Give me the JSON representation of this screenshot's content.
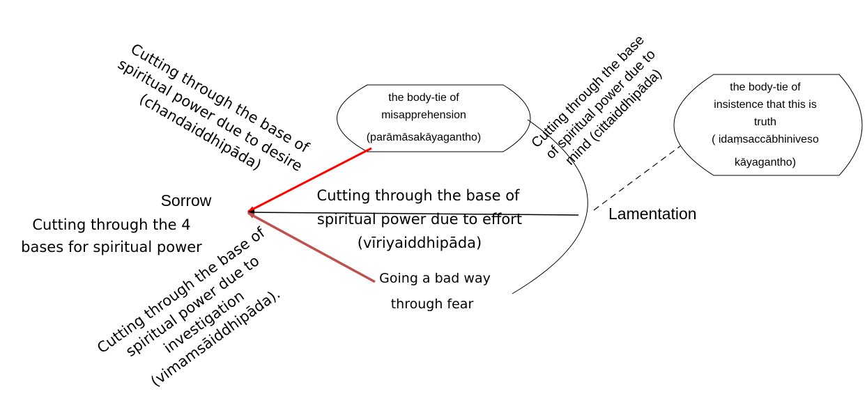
{
  "nodes": {
    "sorrow": "Sorrow",
    "lamentation": "Lamentation",
    "center_caption": [
      "Cutting through the 4",
      "bases for  spiritual power"
    ],
    "tie_misapprehension": [
      "the body-tie of",
      "misapprehension",
      "(parāmāsakāyagantho)"
    ],
    "tie_insistence": [
      "the body-tie of",
      "insistence that this is",
      "truth",
      "( idaṃsaccābhiniveso",
      "kāyagantho)"
    ],
    "bad_way": [
      "Going a bad way",
      "through fear"
    ]
  },
  "labels": {
    "desire": [
      "Cutting through the base of",
      "spiritual power due to desire",
      "(chandaiddhipāda)"
    ],
    "mind": [
      "Cutting through the base",
      "of spiritual power due to",
      "mind (cittaiddhipāda)"
    ],
    "effort": [
      "Cutting through the base of",
      "spiritual power due to effort",
      "(vīriyaiddhipāda)"
    ],
    "investigation": [
      "Cutting through the base of",
      "spiritual power due to",
      "investigation",
      "(vimamsāiddhipāda)."
    ]
  },
  "colors": {
    "desire_arrow": "#FF0000",
    "effort_arrow": "#000000",
    "investigation_arrow": "#C0504D"
  }
}
